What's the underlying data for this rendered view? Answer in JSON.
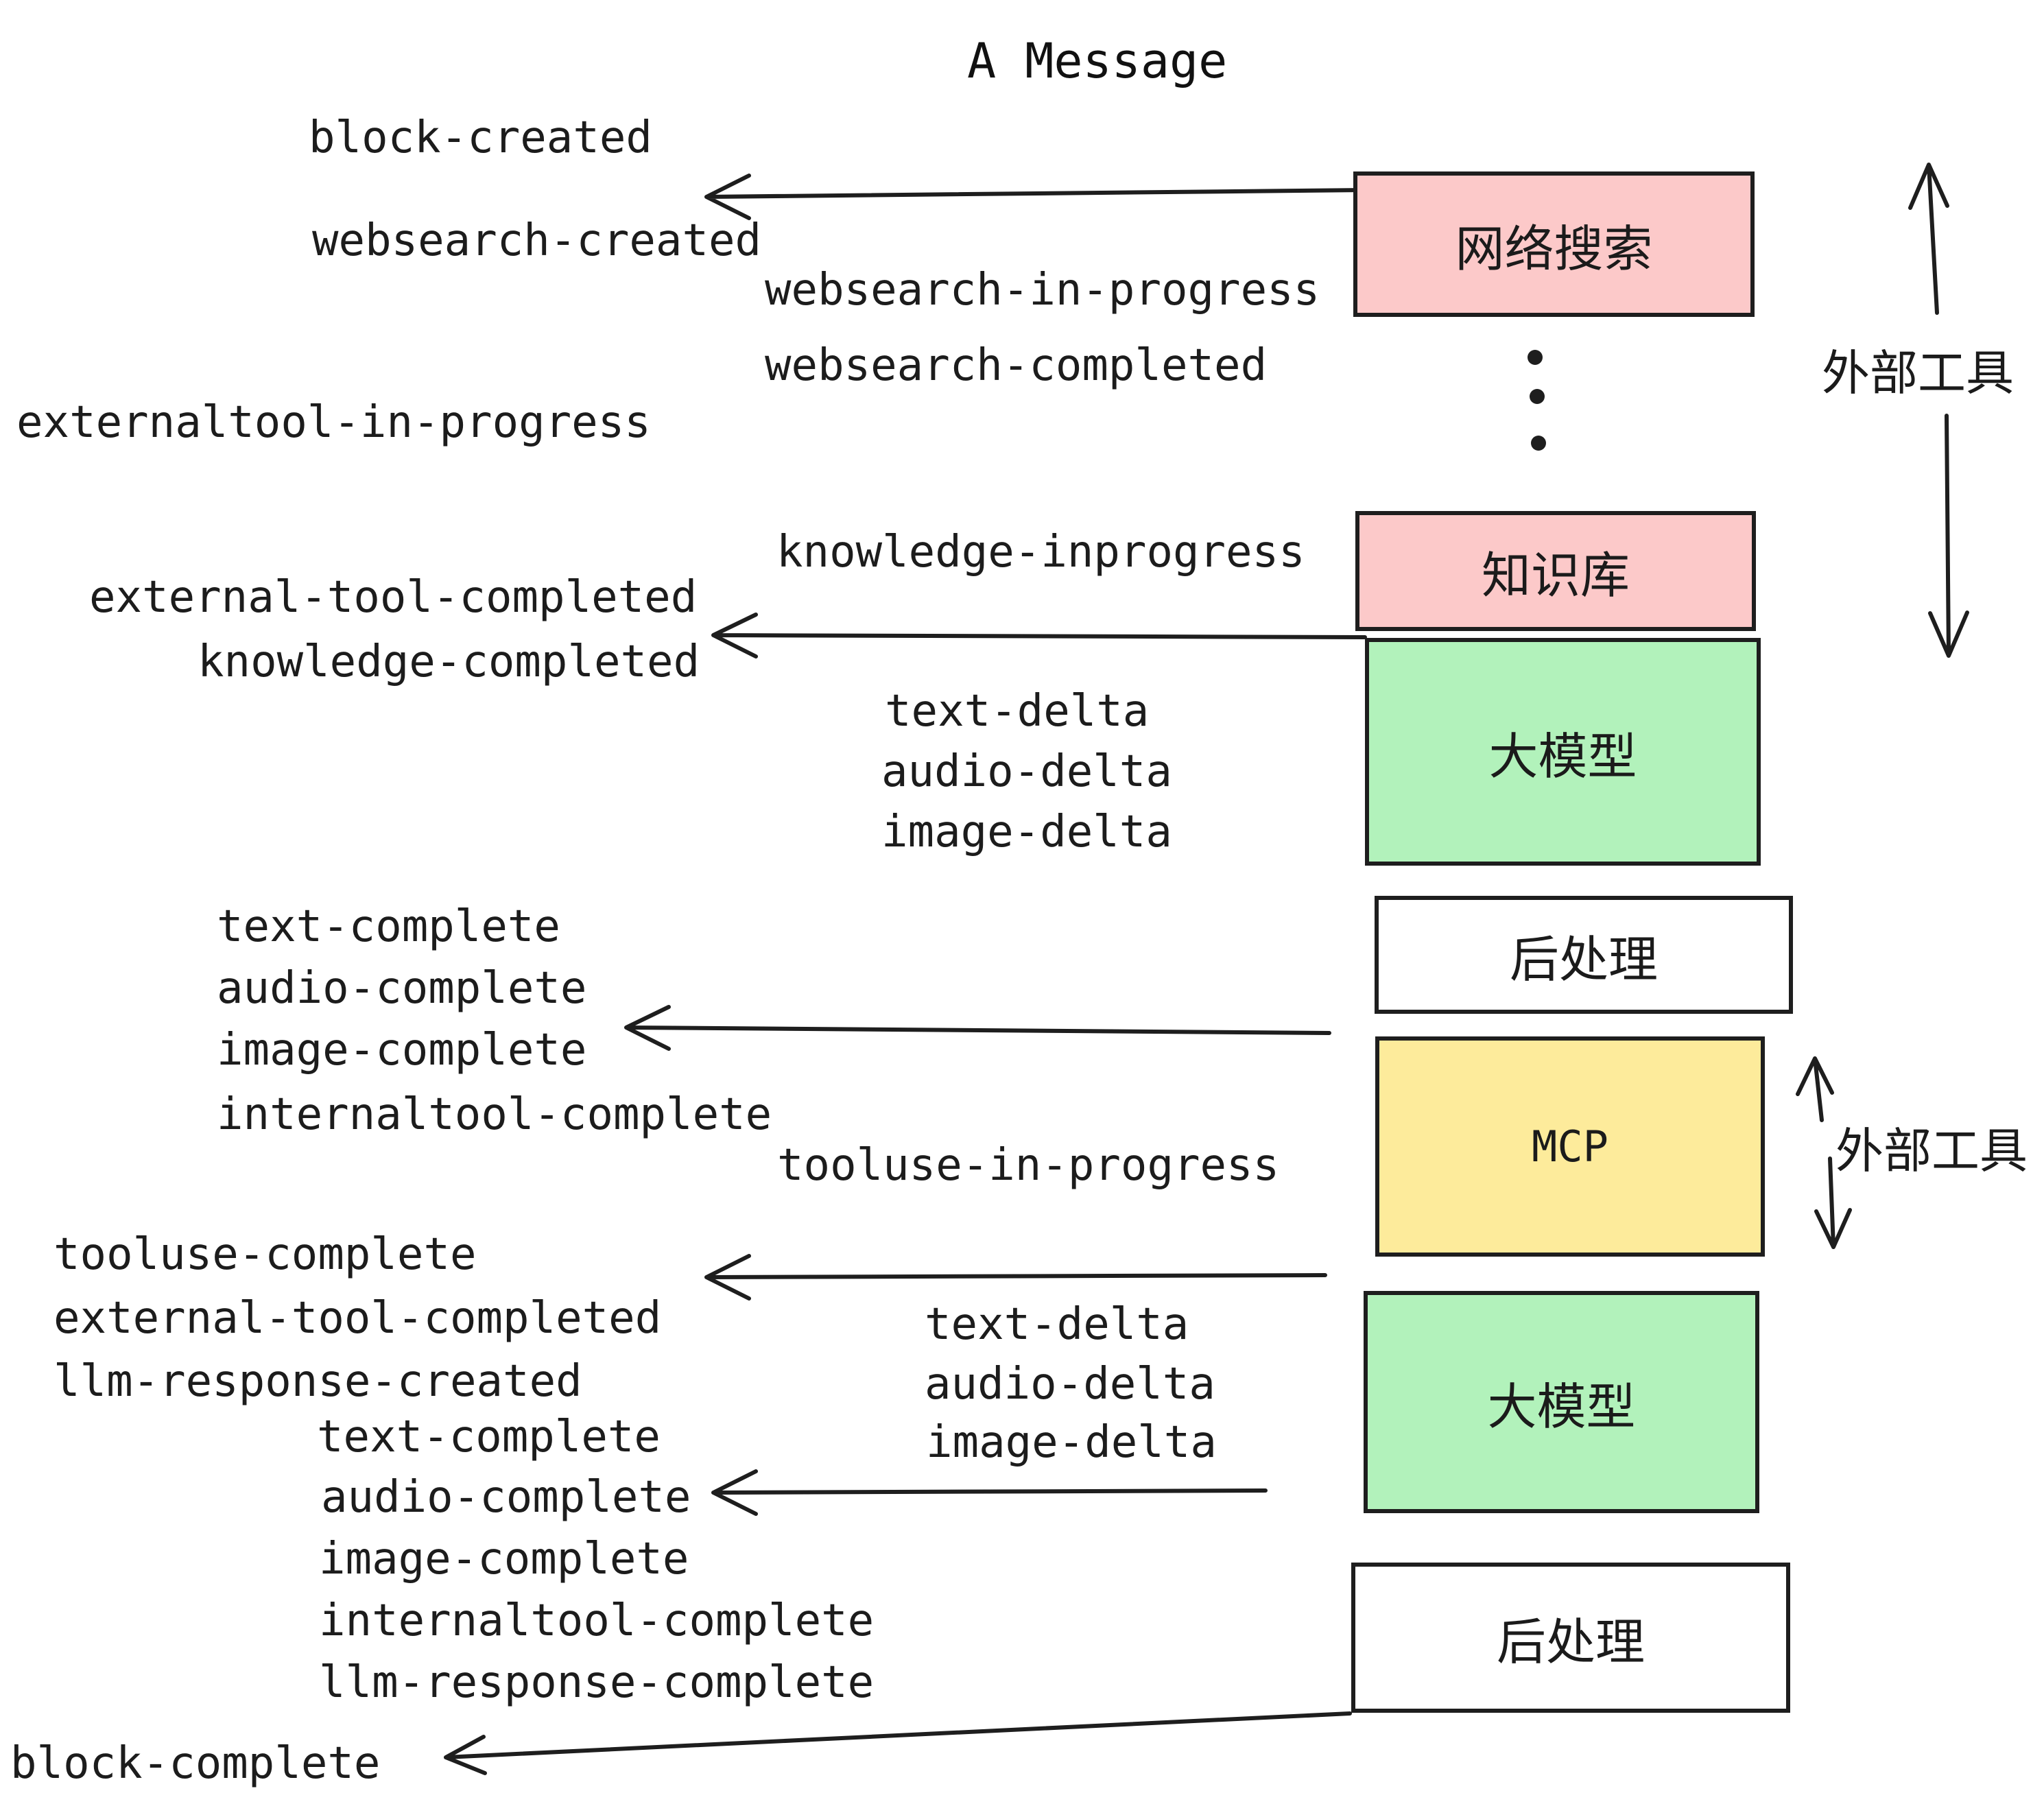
{
  "title": "A Message",
  "colors": {
    "external_tool_fill": "#fcc9c9",
    "llm_fill": "#b2f2bb",
    "mcp_fill": "#fdeb9b",
    "post_process_fill": "#ffffff",
    "stroke": "#1e1e1e",
    "text": "#1c1c1c"
  },
  "icons": {
    "left-arrow-icon": "open V-head hand-drawn arrow pointing left",
    "up-arrow-icon": "open V-head arrow pointing up",
    "down-arrow-icon": "open V-head arrow pointing down",
    "ellipsis-dots-icon": "three vertical dots"
  },
  "boxes": [
    {
      "id": "web-search",
      "label": "网络搜索",
      "color": "pink"
    },
    {
      "id": "knowledge-base",
      "label": "知识库",
      "color": "pink"
    },
    {
      "id": "llm-1",
      "label": "大模型",
      "color": "green"
    },
    {
      "id": "post-process-1",
      "label": "后处理",
      "color": "white"
    },
    {
      "id": "mcp",
      "label": "MCP",
      "color": "yellow"
    },
    {
      "id": "llm-2",
      "label": "大模型",
      "color": "green"
    },
    {
      "id": "post-process-2",
      "label": "后处理",
      "color": "white"
    }
  ],
  "annotations": [
    {
      "id": "external-tools-top",
      "label": "外部工具"
    },
    {
      "id": "external-tools-mid",
      "label": "外部工具"
    }
  ],
  "events": [
    "block-created",
    "websearch-created",
    "websearch-in-progress",
    "websearch-completed",
    "externaltool-in-progress",
    "knowledge-inprogress",
    "external-tool-completed",
    "knowledge-completed",
    "text-delta",
    "audio-delta",
    "image-delta",
    "text-complete",
    "audio-complete",
    "image-complete",
    "internaltool-complete",
    "tooluse-in-progress",
    "tooluse-complete",
    "external-tool-completed",
    "llm-response-created",
    "text-complete",
    "audio-complete",
    "text-delta",
    "audio-delta",
    "image-delta",
    "image-complete",
    "internaltool-complete",
    "llm-response-complete",
    "block-complete"
  ]
}
